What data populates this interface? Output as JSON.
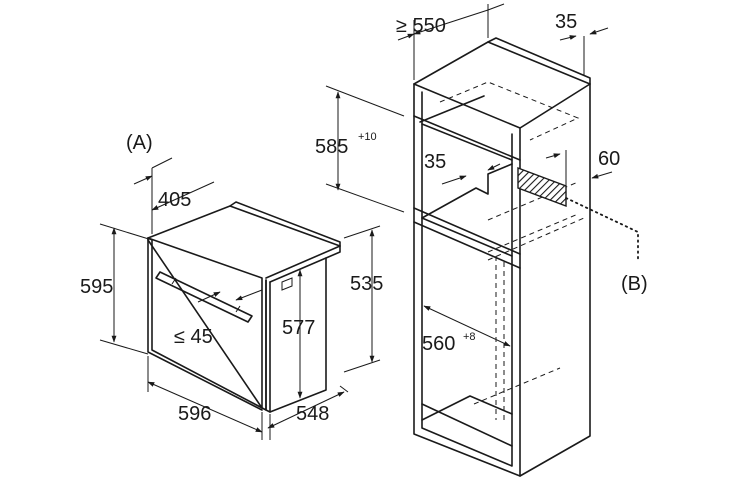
{
  "callouts": {
    "a": "(A)",
    "b": "(B)"
  },
  "oven": {
    "width": "596",
    "height": "595",
    "depth_total": "548",
    "body_depth": "405",
    "inner_height": "577",
    "body_height": "535",
    "handle_clearance": "≤ 45"
  },
  "cabinet": {
    "depth": "≥ 550",
    "back_gap": "35",
    "niche_height": "585",
    "niche_height_tol": "+10",
    "vent_offset": "35",
    "vent_depth": "60",
    "niche_width": "560",
    "niche_width_tol": "+8"
  }
}
